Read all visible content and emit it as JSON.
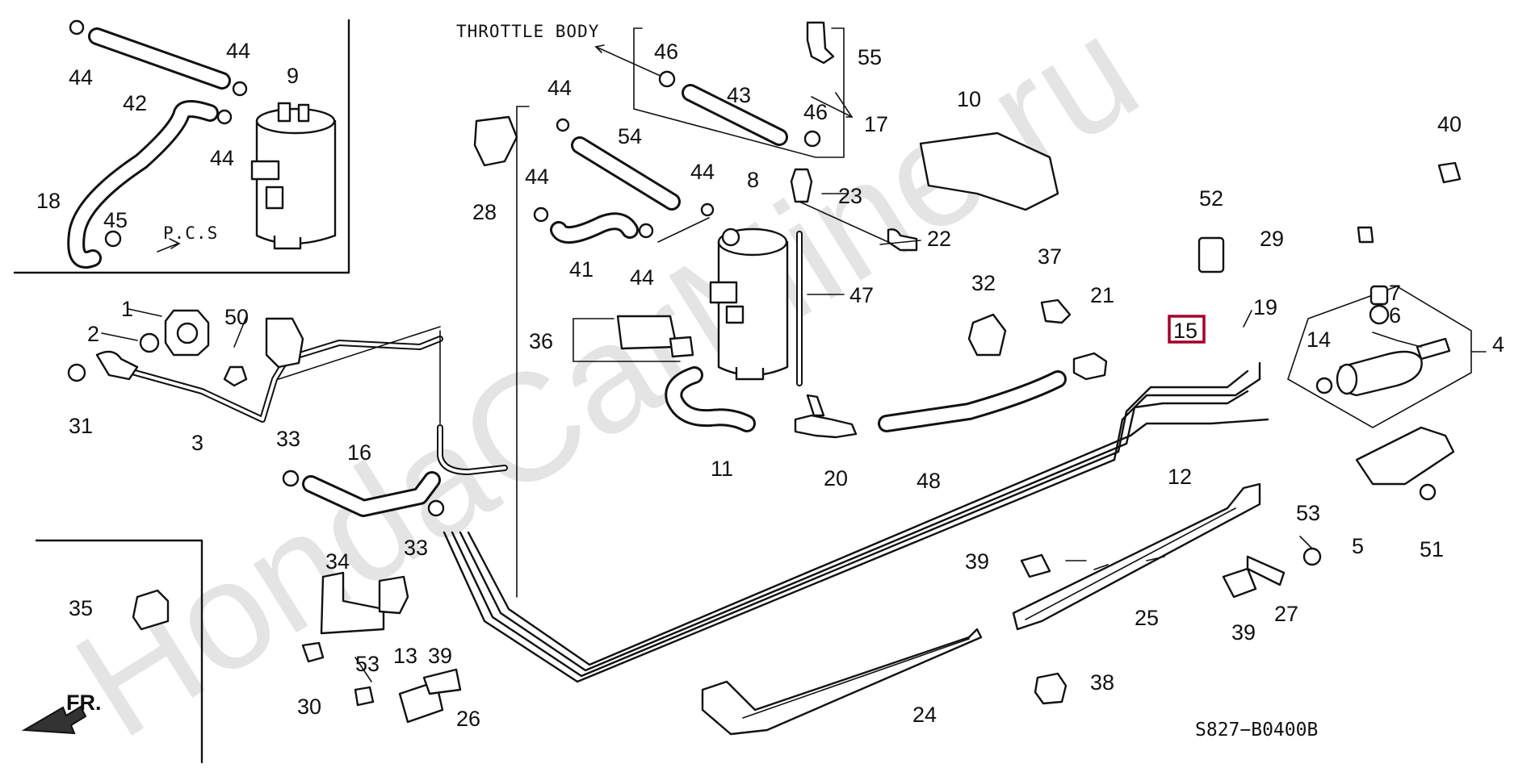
{
  "watermark": "HondaCarMine.ru",
  "captions": {
    "throttle_body": "THROTTLE BODY",
    "pcs": "P.C.S",
    "front": "FR.",
    "diagram_code": "S827−B0400B"
  },
  "highlighted_part": "15",
  "part_numbers": {
    "p1": "1",
    "p2": "2",
    "p3": "3",
    "p4": "4",
    "p5": "5",
    "p6": "6",
    "p7": "7",
    "p8": "8",
    "p9": "9",
    "p10": "10",
    "p11": "11",
    "p12": "12",
    "p13": "13",
    "p14": "14",
    "p15": "15",
    "p16": "16",
    "p17": "17",
    "p18": "18",
    "p19": "19",
    "p20": "20",
    "p21": "21",
    "p22": "22",
    "p23": "23",
    "p24": "24",
    "p25": "25",
    "p26": "26",
    "p27": "27",
    "p28": "28",
    "p29": "29",
    "p30": "30",
    "p31": "31",
    "p32": "32",
    "p33a": "33",
    "p33b": "33",
    "p34": "34",
    "p35": "35",
    "p36": "36",
    "p37": "37",
    "p38": "38",
    "p39a": "39",
    "p39b": "39",
    "p39c": "39",
    "p40": "40",
    "p41": "41",
    "p42": "42",
    "p43": "43",
    "p44a": "44",
    "p44b": "44",
    "p44c": "44",
    "p44d": "44",
    "p44e": "44",
    "p44f": "44",
    "p45": "45",
    "p46a": "46",
    "p46b": "46",
    "p47": "47",
    "p48": "48",
    "p50": "50",
    "p51": "51",
    "p52": "52",
    "p53a": "53",
    "p53b": "53",
    "p54": "54",
    "p55": "55"
  },
  "colors": {
    "line": "#111111",
    "highlight": "#a3002a",
    "watermark": "#e4e4e4",
    "background": "#ffffff"
  }
}
